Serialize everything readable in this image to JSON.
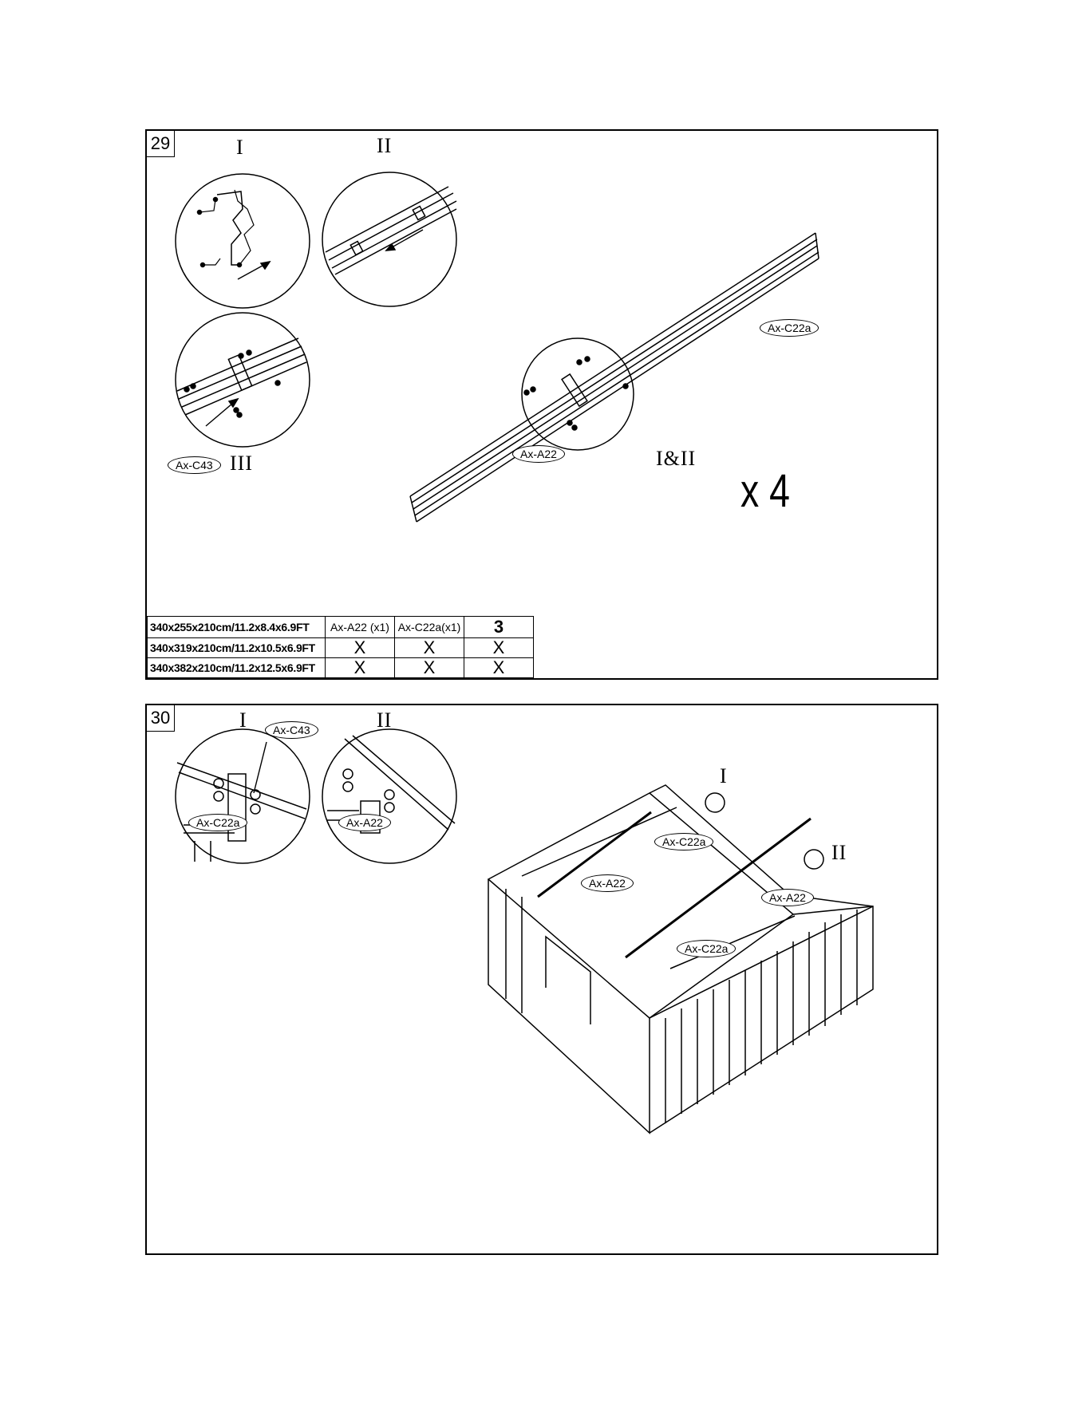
{
  "step29": {
    "number": "29",
    "detail_labels": {
      "i": "I",
      "ii": "II",
      "iii": "III",
      "i_ii": "I&II"
    },
    "part_tags": {
      "c43": "Ax-C43",
      "a22": "Ax-A22",
      "c22a": "Ax-C22a"
    },
    "quantity": "x 4",
    "table": {
      "header": [
        "340x255x210cm/11.2x8.4x6.9FT",
        "Ax-A22 (x1)",
        "Ax-C22a(x1)",
        "3"
      ],
      "rows": [
        [
          "340x319x210cm/11.2x10.5x6.9FT",
          "X",
          "X",
          "X"
        ],
        [
          "340x382x210cm/11.2x12.5x6.9FT",
          "X",
          "X",
          "X"
        ]
      ]
    }
  },
  "step30": {
    "number": "30",
    "detail_labels": {
      "i": "I",
      "ii": "II"
    },
    "part_tags": {
      "c43": "Ax-C43",
      "c22a_detail": "Ax-C22a",
      "a22_detail": "Ax-A22",
      "c22a_top": "Ax-C22a",
      "a22_left": "Ax-A22",
      "a22_right": "Ax-A22",
      "c22a_bottom": "Ax-C22a"
    },
    "callouts": {
      "i": "I",
      "ii": "II"
    }
  }
}
